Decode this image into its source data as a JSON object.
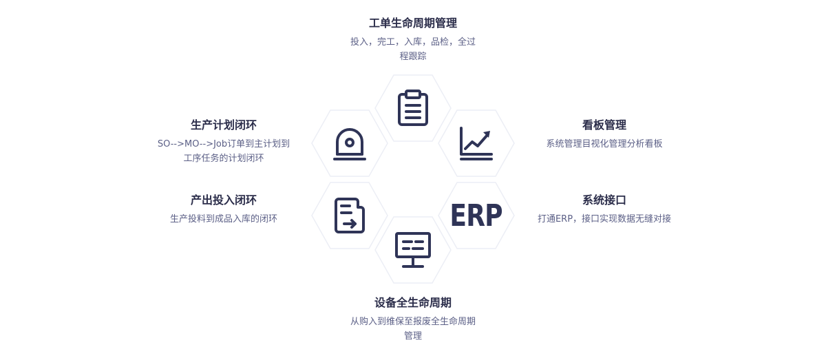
{
  "features": {
    "work_order": {
      "title": "工单生命周期管理",
      "desc_line1": "投入，完工，入库，品检，全过",
      "desc_line2": "程跟踪",
      "icon": "clipboard-icon"
    },
    "plan_loop": {
      "title": "生产计划闭环",
      "desc_line1": "SO-->MO-->Job订单到主计划到",
      "desc_line2": "工序任务的计划闭环",
      "icon": "alarm-light-icon"
    },
    "kanban": {
      "title": "看板管理",
      "desc_line1": "系统管理目视化管理分析看板",
      "icon": "trend-chart-icon"
    },
    "output_loop": {
      "title": "产出投入闭环",
      "desc_line1": "生产投料到成品入库的闭环",
      "icon": "document-arrow-icon"
    },
    "interface": {
      "title": "系统接口",
      "desc_line1": "打通ERP，接口实现数据无缝对接",
      "icon_text": "ERP",
      "icon": "erp-icon"
    },
    "equipment": {
      "title": "设备全生命周期",
      "desc_line1": "从购入到维保至报废全生命周期",
      "desc_line2": "管理",
      "icon": "monitor-icon"
    }
  },
  "colors": {
    "icon_stroke": "#2f3457",
    "hex_fill": "#ffffff",
    "hex_edge": "#eceef5",
    "title": "#2b2d4a",
    "desc": "#5b5f86"
  }
}
